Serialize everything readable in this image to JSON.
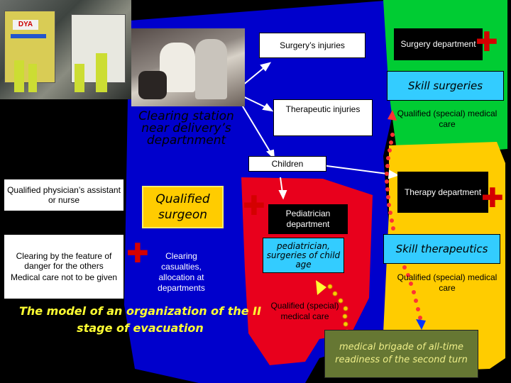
{
  "colors": {
    "background": "#000000",
    "main_panel": "#0000cc",
    "green_panel": "#00cc33",
    "red_panel": "#e8001c",
    "yellow_panel": "#ffcc00",
    "cyan_box": "#33ccff",
    "cross": "#d40000",
    "olive_box": "#667733",
    "title_text": "#ffff33"
  },
  "photo": {
    "sign_text": "DYA"
  },
  "left": {
    "entry_title": "Entry at hospital",
    "qualified_assistant": "Qualified physician’s assistant or nurse",
    "clearing_feature": "Clearing by the feature of danger for the others",
    "medical_care_not": "Medical  care not to be given"
  },
  "center": {
    "clearing_station": "Clearing station near delivery’s departnment",
    "qualified_surgeon": "Qualified surgeon",
    "clearing_casualties": "Clearing casualties, allocation at departments"
  },
  "flow": {
    "surgery_injuries": "Surgery’s injuries",
    "therapeutic_injuries": "Therapeutic injuries",
    "children": "Children"
  },
  "surgery": {
    "department": "Surgery department",
    "skill": "Skill surgeries",
    "care": "Qualified (special) medical care"
  },
  "therapy": {
    "department": "Therapy department",
    "skill": "Skill therapeutics",
    "care": "Qualified (special) medical care"
  },
  "pediatric": {
    "department": "Pediatrician department",
    "skill": "pediatrician, surgeries of child age",
    "care": "Qualified (special) medical care"
  },
  "title": "The model of an organization of the II stage of evacuation",
  "brigade": "medical brigade of all-time readiness of the second turn"
}
